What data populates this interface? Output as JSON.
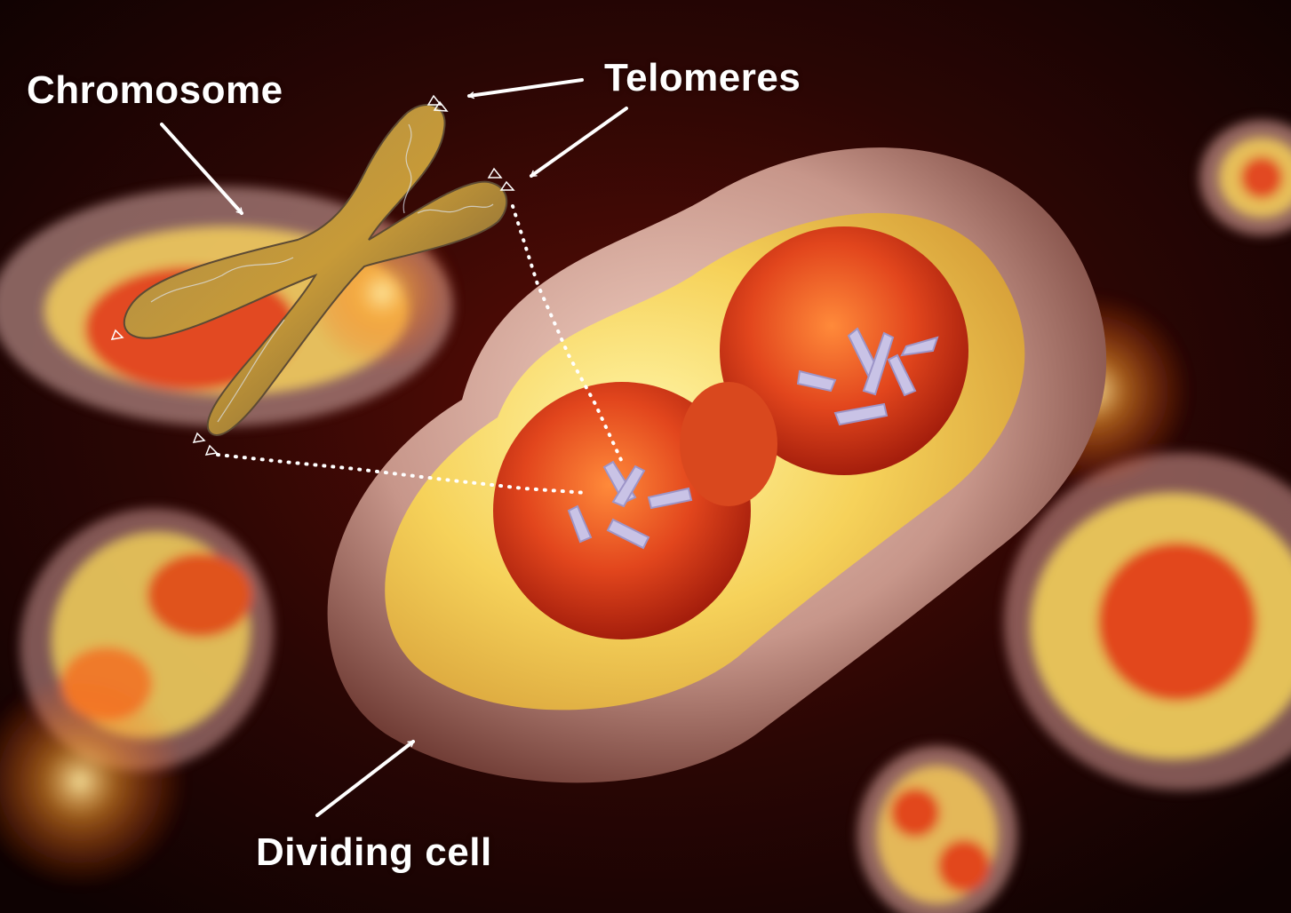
{
  "labels": {
    "chromosome": "Chromosome",
    "telomeres": "Telomeres",
    "dividing_cell": "Dividing cell"
  },
  "colors": {
    "background": "#120303",
    "label_text": "#ffffff",
    "arrow": "#ffffff",
    "cell_membrane": "#c9a29a",
    "cytoplasm": "#f4d25a",
    "nucleus": "#e2461d",
    "chromosome_body": "#8a6a3a",
    "mini_chromosome": "#c9c3e6"
  },
  "icons": {
    "pointer_arrow": "arrow-icon",
    "dotted_guide": "dotted-guide-line"
  }
}
